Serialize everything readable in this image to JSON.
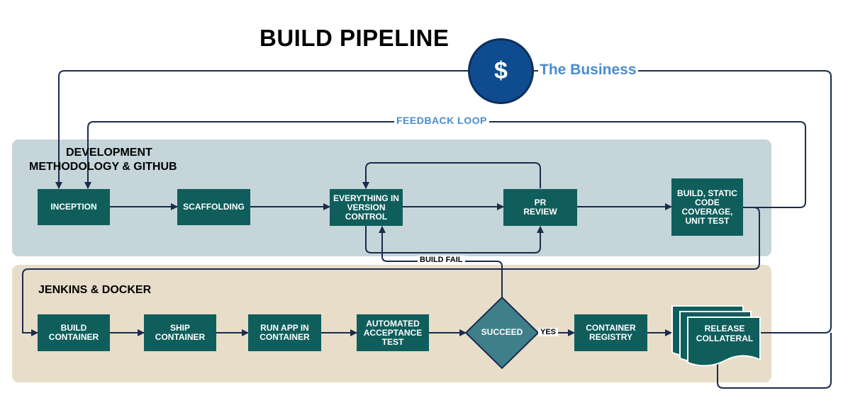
{
  "title": "BUILD PIPELINE",
  "business": {
    "icon": "dollar-icon",
    "symbol": "$",
    "label": "The Business"
  },
  "feedback_loop_label": "FEEDBACK LOOP",
  "lanes": {
    "development": {
      "label_line1": "DEVELOPMENT",
      "label_line2": "METHODOLOGY  & GITHUB"
    },
    "jenkins": {
      "label": "JENKINS & DOCKER"
    }
  },
  "dev_steps": {
    "inception": "INCEPTION",
    "scaffolding": "SCAFFOLDING",
    "version_control": "EVERYTHING IN VERSION CONTROL",
    "pr_review": "PR REVIEW",
    "build_static": "BUILD, STATIC CODE COVERAGE, UNIT TEST"
  },
  "ci_steps": {
    "build_container": "BUILD CONTAINER",
    "ship_container": "SHIP CONTAINER",
    "run_app": "RUN APP IN CONTAINER",
    "acceptance_test": "AUTOMATED ACCEPTANCE TEST",
    "succeed": "SUCCEED",
    "container_registry": "CONTAINER REGISTRY",
    "release_collateral": "RELEASE COLLATERAL"
  },
  "edge_labels": {
    "build_fail": "BUILD FAIL",
    "yes": "YES"
  },
  "colors": {
    "box_fill": "#0f5e5c",
    "diamond_fill": "#3f7f8a",
    "dev_lane": "#c5d5da",
    "jenkins_lane": "#e8ddc9",
    "line": "#1a2b4c",
    "business_text": "#4a8ccd",
    "dollar_circle": "#0f4c8f"
  }
}
